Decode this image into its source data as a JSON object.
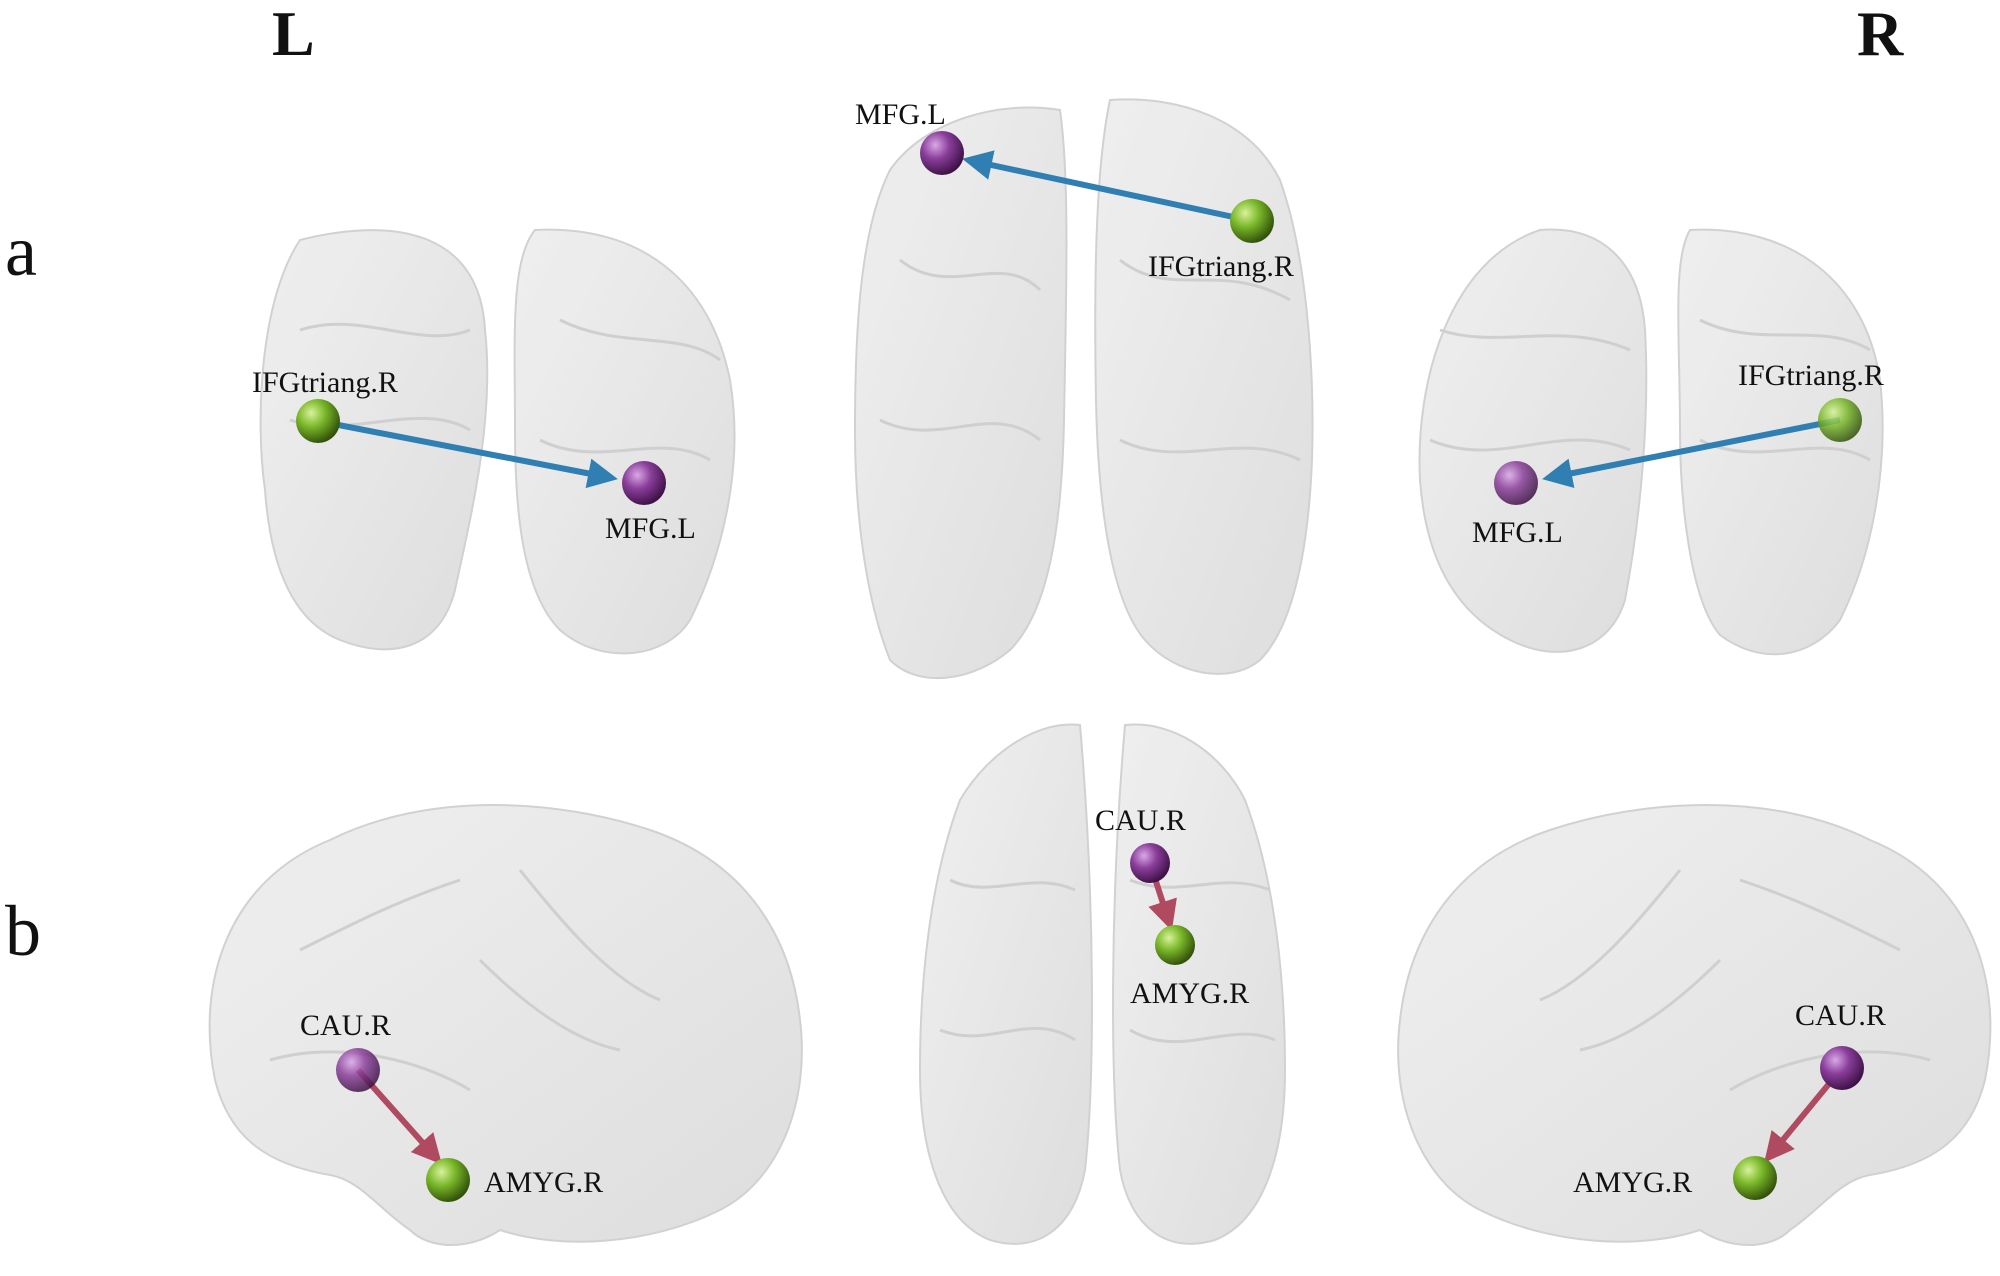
{
  "hemispheres": {
    "left": "L",
    "right": "R"
  },
  "panels": [
    {
      "label": "a",
      "views": [
        {
          "view": "coronal-front",
          "source": "IFGtriang.R",
          "target": "MFG.L",
          "edge_color": "#2f7fb3"
        },
        {
          "view": "axial",
          "source": "IFGtriang.R",
          "target": "MFG.L",
          "edge_color": "#2f7fb3"
        },
        {
          "view": "coronal-back",
          "source": "IFGtriang.R",
          "target": "MFG.L",
          "edge_color": "#2f7fb3"
        }
      ]
    },
    {
      "label": "b",
      "views": [
        {
          "view": "sagittal-left",
          "source": "CAU.R",
          "target": "AMYG.R",
          "edge_color": "#b04a60"
        },
        {
          "view": "axial",
          "source": "CAU.R",
          "target": "AMYG.R",
          "edge_color": "#b04a60"
        },
        {
          "view": "sagittal-right",
          "source": "CAU.R",
          "target": "AMYG.R",
          "edge_color": "#b04a60"
        }
      ]
    }
  ],
  "node_colors": {
    "purple": "#8a3e9a",
    "green": "#7ab82a"
  },
  "brain_fill": "#e6e6e6"
}
